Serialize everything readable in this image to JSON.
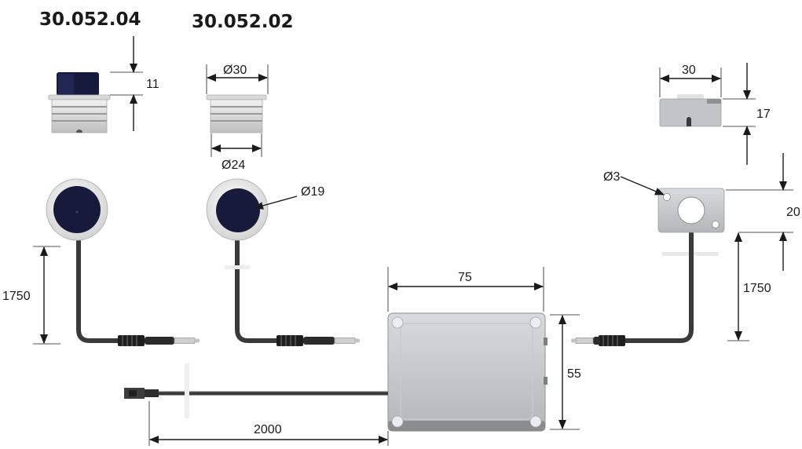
{
  "products": {
    "left_code": "30.052.04",
    "middle_code": "30.052.02"
  },
  "dimensions": {
    "d11": "11",
    "d_dia30": "Ø30",
    "d_dia24": "Ø24",
    "d_dia19": "Ø19",
    "d1750_left": "1750",
    "d75": "75",
    "d55": "55",
    "d2000": "2000",
    "d30": "30",
    "d17": "17",
    "d_dia3": "Ø3",
    "d20": "20",
    "d1750_right": "1750"
  },
  "colors": {
    "sensor_blue": "#161b3c",
    "housing_grey": "#c9cbcc",
    "cable": "#3a3a3a",
    "dimension_line": "#1a1a1a"
  }
}
